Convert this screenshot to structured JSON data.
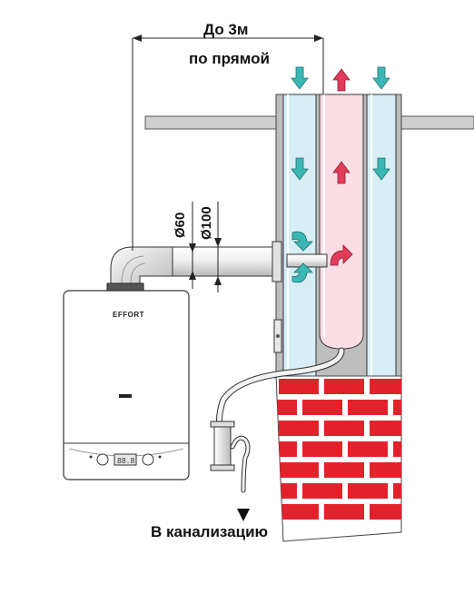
{
  "labels": {
    "distance_line1": "До 3м",
    "distance_line2": "по прямой",
    "diameter_inner": "Ø60",
    "diameter_outer": "Ø100",
    "drain": "В канализацию"
  },
  "boiler": {
    "brand": "EFFORT",
    "display": "88.8"
  },
  "colors": {
    "intake_air": "#3bb8b5",
    "exhaust": "#e23c5a",
    "intake_channel_fill": "#d8eef7",
    "exhaust_channel_fill": "#fbdde5",
    "brick": "#e2222b",
    "mortar": "#ffffff"
  },
  "icons": [
    "down-arrow-icon",
    "up-arrow-icon",
    "curved-arrow-icon"
  ]
}
